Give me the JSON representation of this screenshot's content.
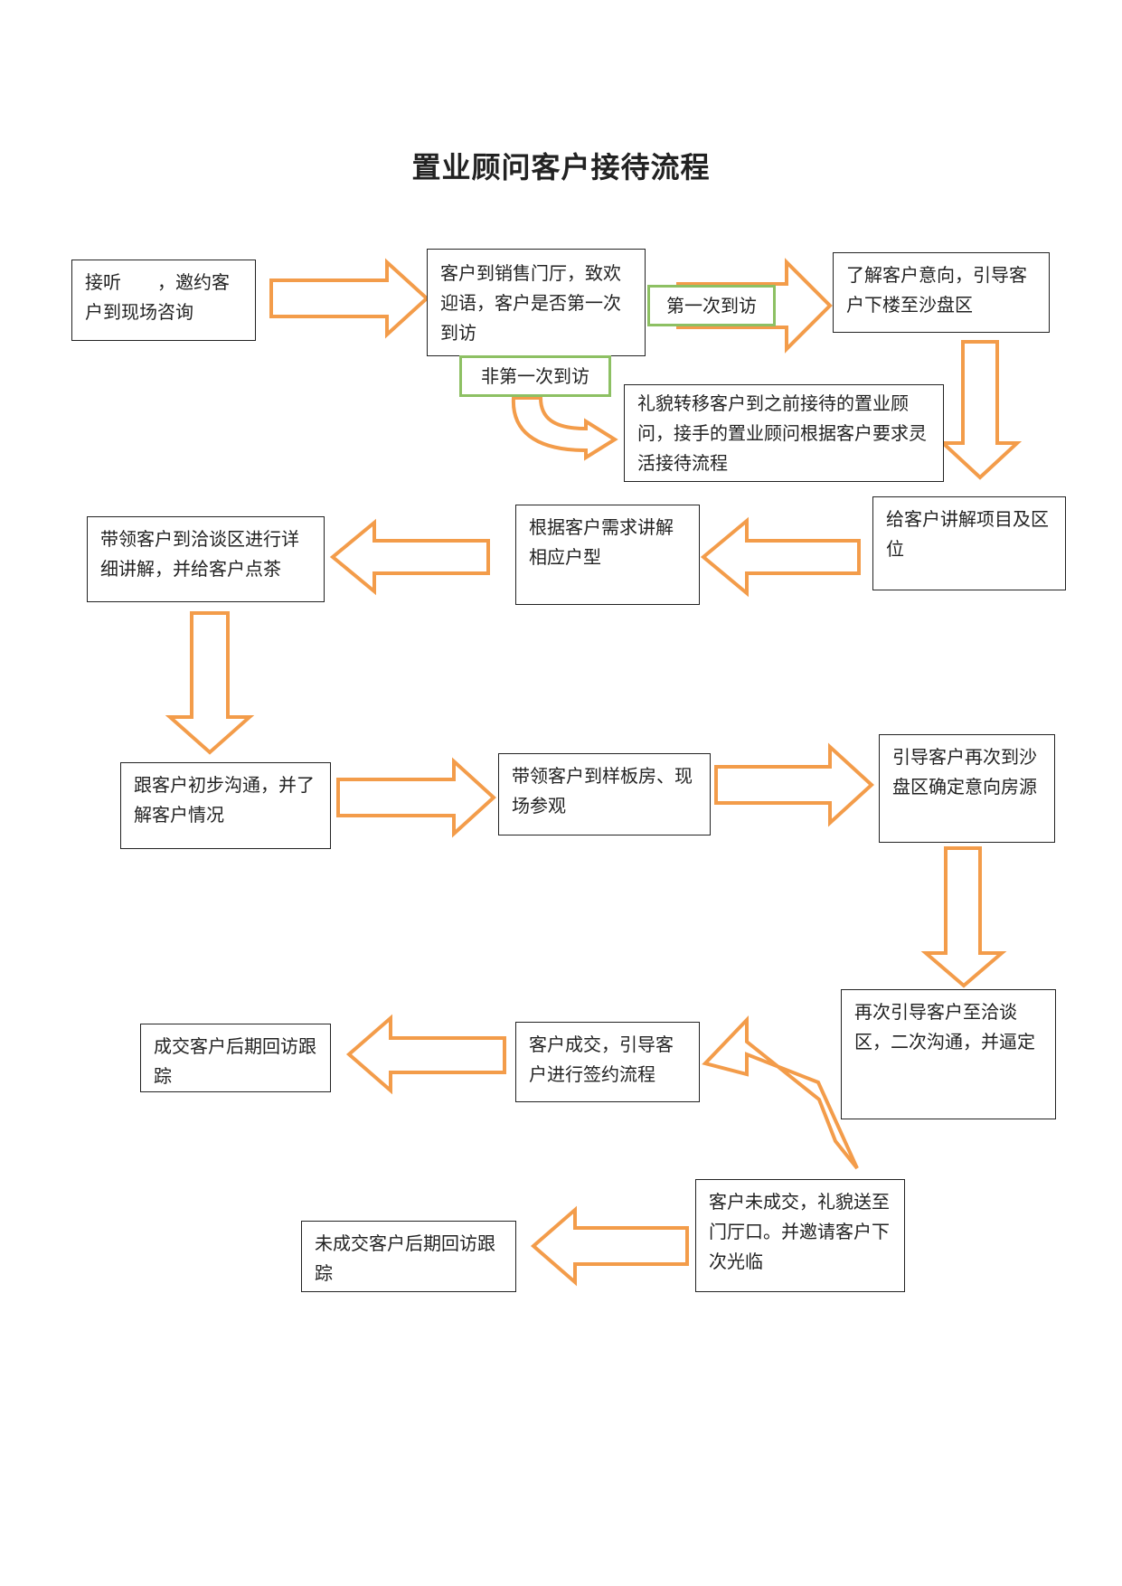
{
  "title": "置业顾问客户接待流程",
  "steps": {
    "answer_call": "接听　　，邀约客户到现场咨询",
    "arrival": "客户到销售门厅，致欢迎语，客户是否第一次到访",
    "first_visit_label": "第一次到访",
    "not_first_label": "非第一次到访",
    "understand_intent": "了解客户意向，引导客户下楼至沙盘区",
    "transfer": "礼貌转移客户到之前接待的置业顾问，接手的置业顾问根据客户要求灵活接待流程",
    "explain_project": "给客户讲解项目及区位",
    "explain_units": "根据客户需求讲解相应户型",
    "negotiation_area": "带领客户到洽谈区进行详细讲解，并给客户点茶",
    "initial_talk": "跟客户初步沟通，并了解客户情况",
    "show_model": "带领客户到样板房、现场参观",
    "confirm_unit": "引导客户再次到沙盘区确定意向房源",
    "second_talk": "再次引导客户至洽谈区，二次沟通，并逼定",
    "deal_done": "客户成交，引导客户进行签约流程",
    "deal_followup": "成交客户后期回访跟踪",
    "no_deal": "客户未成交，礼貌送至门厅口。并邀请客户下次光临",
    "no_deal_followup": "未成交客户后期回访跟踪"
  }
}
